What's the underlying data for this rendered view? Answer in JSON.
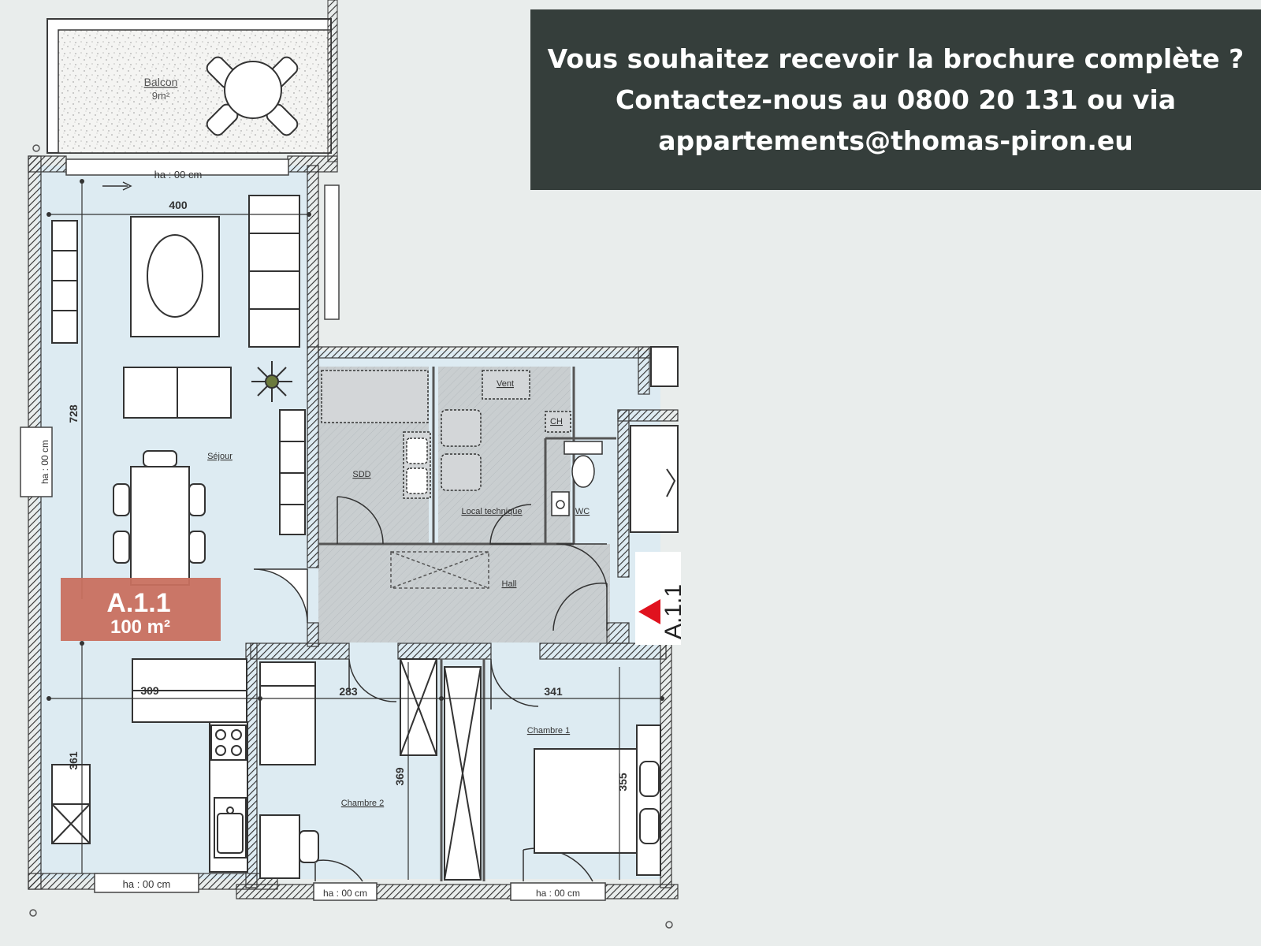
{
  "banner": {
    "line1": "Vous souhaitez recevoir la brochure complète ?",
    "line2": "Contactez-nous au 0800 20 131 ou via",
    "line3": "appartements@thomas-piron.eu"
  },
  "plan": {
    "balcony": {
      "name": "Balcon",
      "area": "9m²"
    },
    "unit": {
      "code": "A.1.1",
      "area": "100 m²"
    },
    "side_tag": "A.1.1",
    "rooms": {
      "sejour": "Séjour",
      "sdd": "SDD",
      "local_technique": "Local technique",
      "vent": "Vent",
      "ch": "CH",
      "wc": "WC",
      "hall": "Hall",
      "chambre1": "Chambre 1",
      "chambre2": "Chambre 2"
    },
    "window_heights": {
      "balcony": "ha : 00 cm",
      "west": "ha : 00 cm",
      "south_kitchen": "ha : 00 cm",
      "south_ch2": "ha : 00 cm",
      "south_ch1": "ha : 00 cm"
    },
    "dimensions": {
      "living_width": "400",
      "living_length": "728",
      "kitchen_width": "309",
      "kitchen_length": "361",
      "ch2_width": "283",
      "ch2_length": "369",
      "ch1_width": "341",
      "ch1_length": "355"
    },
    "colors": {
      "floor": "#ddebf2",
      "wall": "#3a3a3a",
      "hatched": "#c9ced0",
      "unit_label": "#c8705f",
      "entrance_arrow": "#e0121e"
    }
  }
}
